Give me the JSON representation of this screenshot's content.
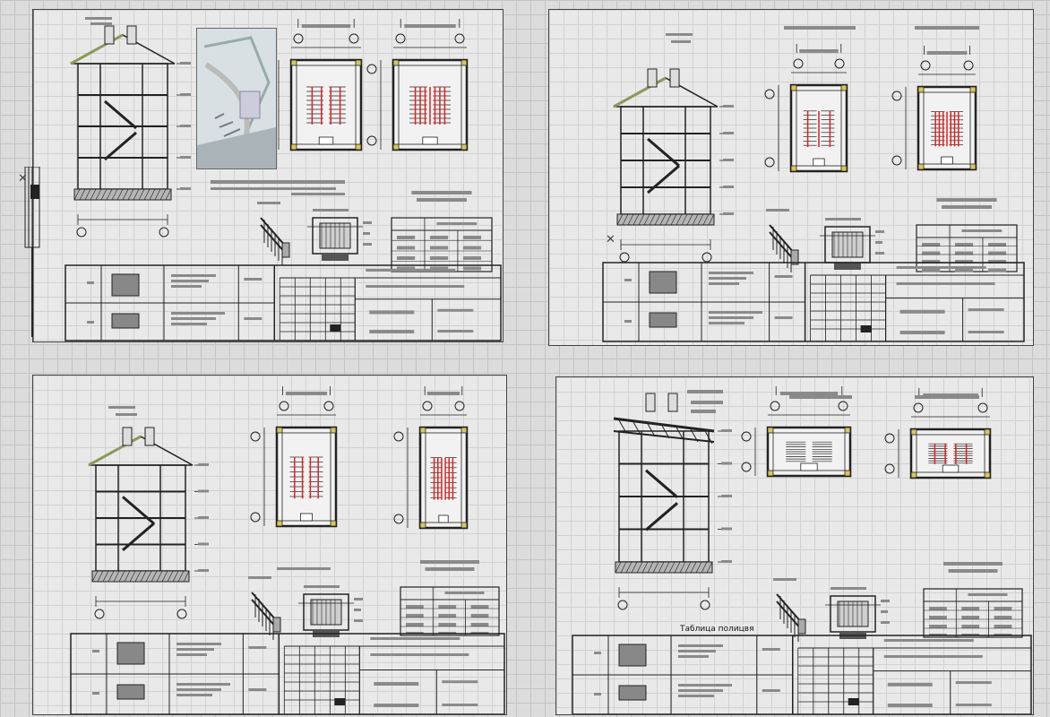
{
  "viewer": {
    "sheets": [
      {
        "id": "sheet-1"
      },
      {
        "id": "sheet-2"
      },
      {
        "id": "sheet-3"
      },
      {
        "id": "sheet-4",
        "table_caption": "Таблица полицвя"
      }
    ]
  },
  "colors": {
    "background": "#dcdcdc",
    "sheet": "#e9e9e9",
    "line": "#222222",
    "placeholder": "#8a8a8a",
    "accent_red": "#e02020",
    "accent_yellow": "#d8c75a",
    "roof_green": "#8a9a5a"
  },
  "icons": [
    "close-x-icon",
    "photo-stair-lift",
    "drawing-stair-section",
    "drawing-floor-plan"
  ]
}
